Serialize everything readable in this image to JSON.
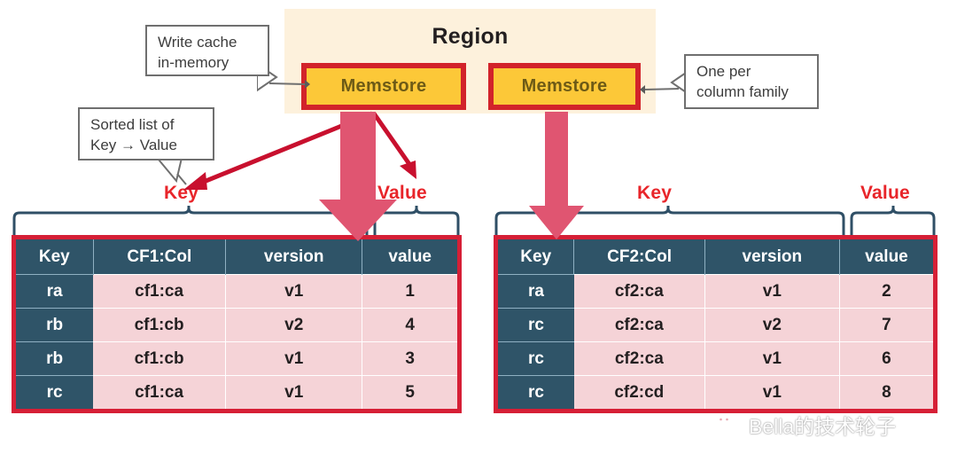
{
  "region": {
    "title": "Region",
    "memstores": [
      {
        "label": "Memstore"
      },
      {
        "label": "Memstore"
      }
    ],
    "bg_color": "#fdf1dc",
    "memstore_fill": "#fcc838",
    "memstore_border": "#d2232a"
  },
  "callouts": [
    {
      "id": "write-cache",
      "line1": "Write cache",
      "line2": "in-memory"
    },
    {
      "id": "sorted-list",
      "line1": "Sorted list of",
      "line2": "Key → Value"
    },
    {
      "id": "one-per-cf",
      "line1": "One per",
      "line2": "column family"
    }
  ],
  "labels": {
    "key": "Key",
    "value": "Value",
    "accent_color": "#e8252a"
  },
  "tables": [
    {
      "id": "cf1",
      "headers": [
        "Key",
        "CF1:Col",
        "version",
        "value"
      ],
      "rows": [
        [
          "ra",
          "cf1:ca",
          "v1",
          "1"
        ],
        [
          "rb",
          "cf1:cb",
          "v2",
          "4"
        ],
        [
          "rb",
          "cf1:cb",
          "v1",
          "3"
        ],
        [
          "rc",
          "cf1:ca",
          "v1",
          "5"
        ]
      ]
    },
    {
      "id": "cf2",
      "headers": [
        "Key",
        "CF2:Col",
        "version",
        "value"
      ],
      "rows": [
        [
          "ra",
          "cf2:ca",
          "v1",
          "2"
        ],
        [
          "rc",
          "cf2:ca",
          "v2",
          "7"
        ],
        [
          "rc",
          "cf2:ca",
          "v1",
          "6"
        ],
        [
          "rc",
          "cf2:cd",
          "v1",
          "8"
        ]
      ]
    }
  ],
  "colors": {
    "table_border": "#d61f36",
    "header_bg": "#2f5468",
    "row_bg": "#f5d3d7",
    "arrow_pink": "#e05571",
    "arrow_red": "#c8102e",
    "bracket": "#2f4f66"
  },
  "watermark": {
    "text": "Bella的技术轮子",
    "icon": "wechat-icon"
  }
}
